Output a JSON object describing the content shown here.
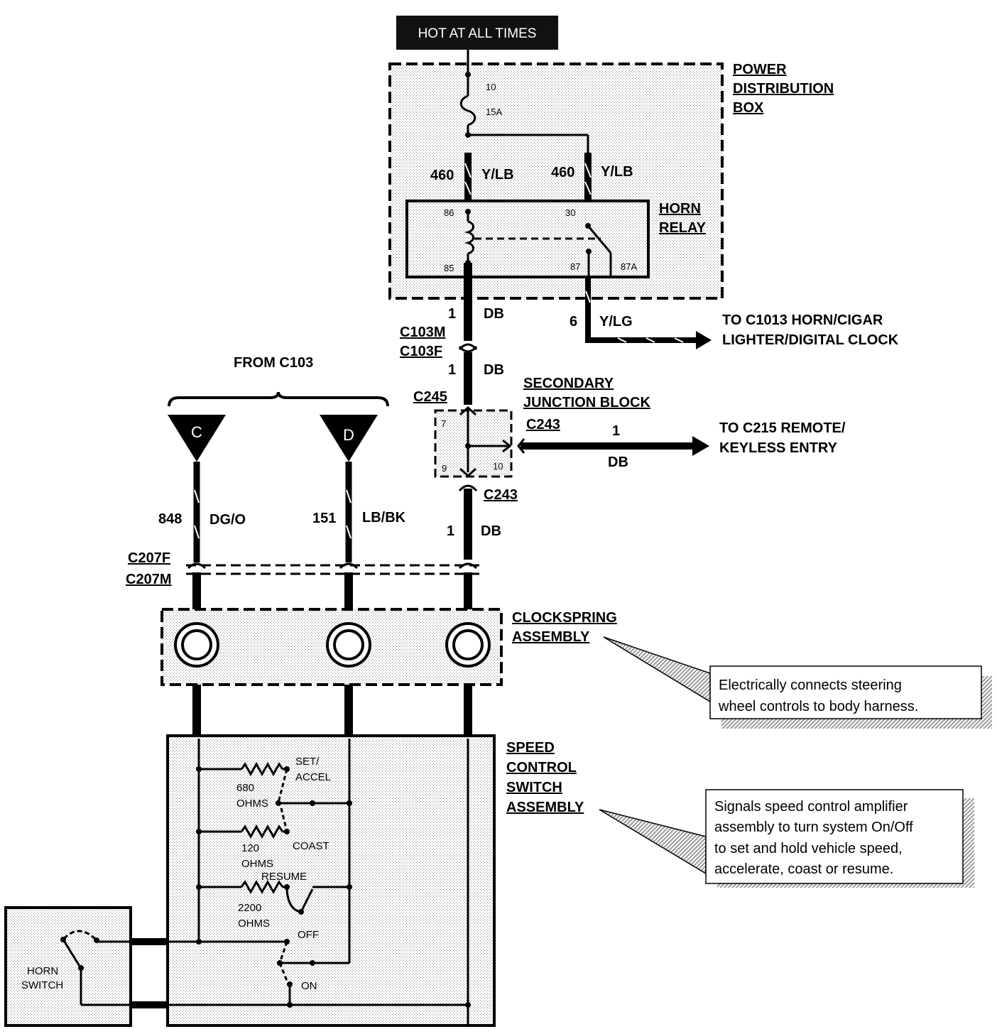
{
  "header": {
    "hot_at_all_times": "HOT AT ALL TIMES"
  },
  "power_distribution_box": {
    "title": [
      "POWER",
      "DISTRIBUTION",
      "BOX"
    ],
    "fuse_number": "10",
    "fuse_rating": "15A"
  },
  "horn_relay": {
    "title": [
      "HORN",
      "RELAY"
    ],
    "pins": {
      "p86": "86",
      "p85": "85",
      "p30": "30",
      "p87": "87",
      "p87a": "87A"
    }
  },
  "wires": {
    "w460_left": {
      "circuit": "460",
      "color": "Y/LB"
    },
    "w460_right": {
      "circuit": "460",
      "color": "Y/LB"
    },
    "w1_relay": {
      "circuit": "1",
      "color": "DB"
    },
    "w6": {
      "circuit": "6",
      "color": "Y/LG"
    },
    "w1_mid": {
      "circuit": "1",
      "color": "DB"
    },
    "w1_remote": {
      "circuit": "1",
      "color": "DB"
    },
    "w1_lower": {
      "circuit": "1",
      "color": "DB"
    },
    "w848": {
      "circuit": "848",
      "color": "DG/O"
    },
    "w151": {
      "circuit": "151",
      "color": "LB/BK"
    }
  },
  "connectors": {
    "c103m": "C103M",
    "c103f": "C103F",
    "c245": "C245",
    "c243_top": "C243",
    "c243_bottom": "C243",
    "c207f": "C207F",
    "c207m": "C207M"
  },
  "destinations": {
    "horn_cigar": [
      "TO  C1013 HORN/CIGAR",
      "LIGHTER/DIGITAL CLOCK"
    ],
    "remote_entry": [
      "TO C215 REMOTE/",
      "KEYLESS ENTRY"
    ]
  },
  "from_c103": {
    "label": "FROM C103",
    "left_pin": "C",
    "right_pin": "D"
  },
  "secondary_junction_block": {
    "title": [
      "SECONDARY",
      "JUNCTION BLOCK"
    ],
    "pins": {
      "p7": "7",
      "p9": "9",
      "p10": "10"
    }
  },
  "clockspring": {
    "title": [
      "CLOCKSPRING",
      "ASSEMBLY"
    ],
    "note": [
      "Electrically    connects    steering",
      "wheel controls to body harness."
    ]
  },
  "speed_control_switch": {
    "title": [
      "SPEED",
      "CONTROL",
      "SWITCH",
      "ASSEMBLY"
    ],
    "note": [
      "Signals speed control amplifier",
      "assembly to turn system On/Off",
      "to set and hold vehicle speed,",
      "accelerate, coast or resume."
    ],
    "set_accel": [
      "SET/",
      "ACCEL"
    ],
    "r680": [
      "680",
      "OHMS"
    ],
    "coast": "COAST",
    "r120": [
      "120",
      "OHMS"
    ],
    "resume": "RESUME",
    "r2200": [
      "2200",
      "OHMS"
    ],
    "off": "OFF",
    "on": "ON"
  },
  "horn_switch": {
    "title": [
      "HORN",
      "SWITCH"
    ]
  }
}
